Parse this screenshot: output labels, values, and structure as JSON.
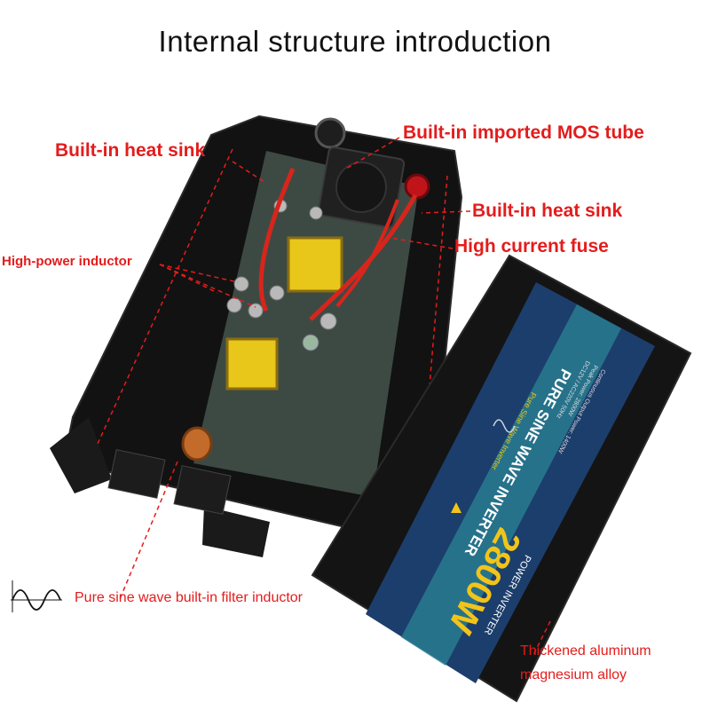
{
  "title": "Internal structure introduction",
  "labels": {
    "heat_sink_left": "Built-in heat sink",
    "mos_tube": "Built-in imported MOS tube",
    "heat_sink_right": "Built-in heat sink",
    "high_current_fuse": "High current fuse",
    "high_power_inductor": "High-power inductor",
    "filter_inductor": "Pure sine wave built-in filter inductor",
    "alloy_line1": "Thickened aluminum",
    "alloy_line2": "magnesium alloy"
  },
  "product": {
    "power_rating": "2800W",
    "name": "PURE SINE WAVE INVERTER",
    "sub_name": "POWER INVERTER",
    "slogan": "Pure Sine Wave Inverter",
    "spec_lines": [
      "Continuous Output Power: 1400W",
      "Peak Power: 2800W",
      "DC12V / AC220V 50Hz"
    ]
  },
  "colors": {
    "label_red": "#e41c1c",
    "casing_black": "#141414",
    "panel_blue": "#1c3e6c",
    "rating_yellow": "#f2c41a"
  }
}
